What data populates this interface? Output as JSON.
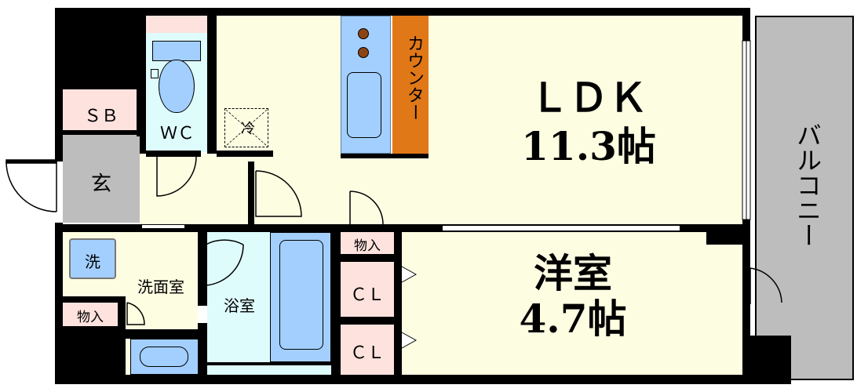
{
  "rooms": {
    "ldk_name": "ＬＤＫ",
    "ldk_size": "11.3帖",
    "western_name": "洋室",
    "western_size": "4.7帖",
    "balcony": "バルコニー",
    "counter": "カウンター",
    "wc": "ＷＣ",
    "sb": "ＳＢ",
    "entrance": "玄",
    "washroom": "洗面室",
    "washer": "洗",
    "storage_1": "物入",
    "storage_2": "物入",
    "bath": "浴室",
    "closet_1": "ＣＬ",
    "closet_2": "ＣＬ",
    "fridge": "冷"
  },
  "colors": {
    "ldk": "#fdfde2",
    "wet": "#dffcfd",
    "sb": "#fde2dd",
    "entrance": "#bdbdbd",
    "balcony": "#bdbdbd",
    "counter": "#e07818",
    "fixture": "#a3cfff",
    "wall": "#000000"
  }
}
